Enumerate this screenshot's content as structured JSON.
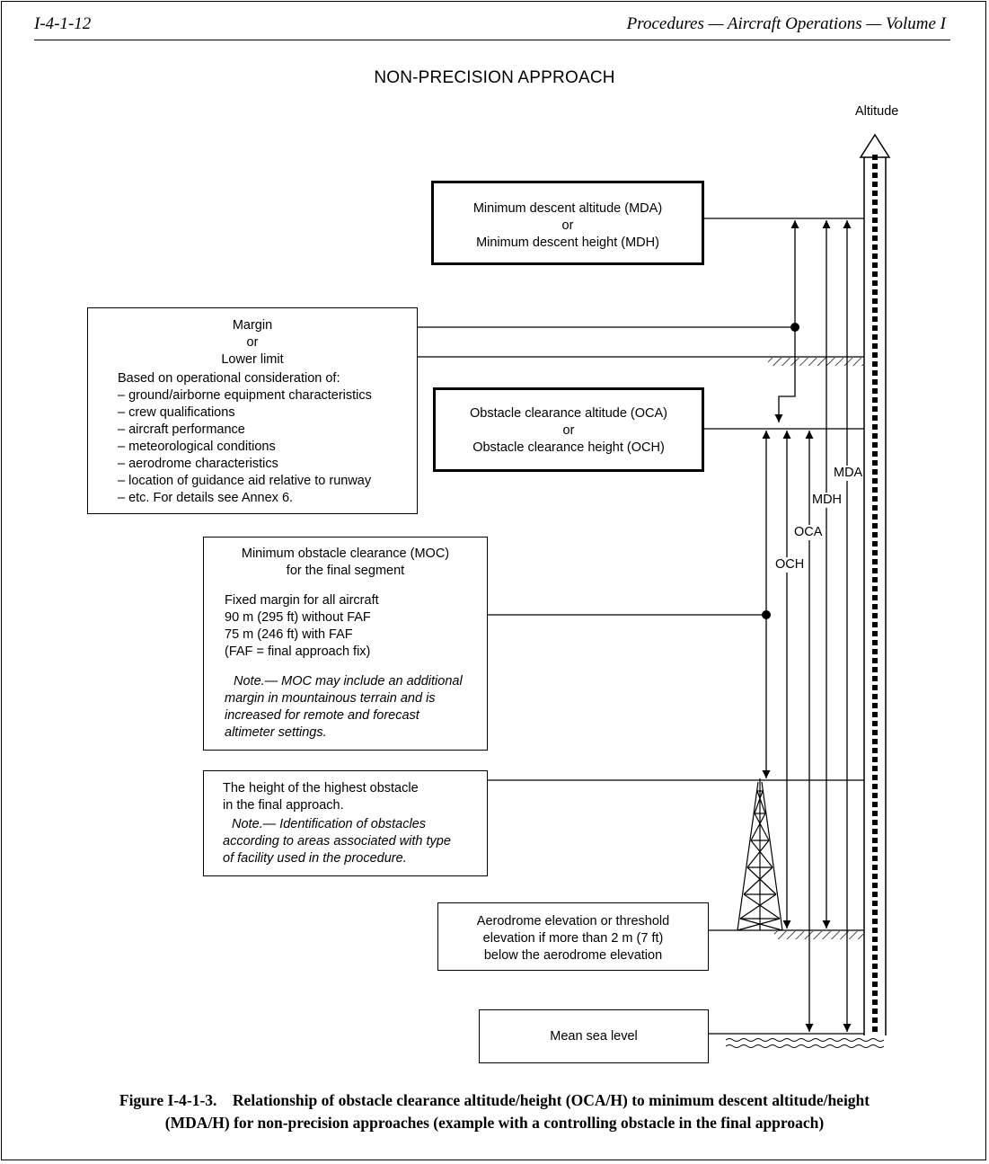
{
  "header": {
    "page_number": "I-4-1-12",
    "running_title": "Procedures — Aircraft Operations — Volume I"
  },
  "figure": {
    "title": "NON-PRECISION APPROACH",
    "altitude_label": "Altitude",
    "mda_box": {
      "line1": "Minimum descent altitude (MDA)",
      "line2": "or",
      "line3": "Minimum descent height (MDH)"
    },
    "margin_box": {
      "margin": "Margin",
      "or": "or",
      "lower_limit": "Lower limit",
      "intro": "Based on operational consideration of:",
      "items": [
        "– ground/airborne equipment characteristics",
        "– crew qualifications",
        "– aircraft performance",
        "– meteorological conditions",
        "– aerodrome characteristics",
        "– location of guidance aid relative to runway",
        "– etc. For details see Annex 6."
      ]
    },
    "oca_box": {
      "line1": "Obstacle clearance altitude (OCA)",
      "line2": "or",
      "line3": "Obstacle clearance height (OCH)"
    },
    "moc_box": {
      "title1": "Minimum obstacle clearance (MOC)",
      "title2": "for the final segment",
      "l1": "Fixed margin for all aircraft",
      "l2": "90 m (295 ft) without FAF",
      "l3": "75 m (246 ft) with FAF",
      "l4": "(FAF = final approach fix)",
      "note": [
        "Note.— MOC may include an additional",
        "margin in mountainous terrain and is",
        "increased for remote and forecast",
        "altimeter settings."
      ]
    },
    "obstacle_box": {
      "l1": "The height of the highest obstacle",
      "l2": "in the final approach.",
      "note": [
        "Note.— Identification of obstacles",
        "according to areas associated with type",
        "of facility used in the procedure."
      ]
    },
    "aerodrome_box": {
      "l1": "Aerodrome elevation or threshold",
      "l2": "elevation if more than 2 m (7 ft)",
      "l3": "below the aerodrome elevation"
    },
    "msl_box": {
      "label": "Mean sea level"
    },
    "arrow_labels": {
      "mda": "MDA",
      "mdh": "MDH",
      "oca": "OCA",
      "och": "OCH"
    }
  },
  "caption": {
    "line1": "Figure I-4-1-3.    Relationship of obstacle clearance altitude/height (OCA/H) to minimum descent altitude/height",
    "line2": "(MDA/H) for non-precision approaches (example with a controlling obstacle in the final approach)"
  }
}
